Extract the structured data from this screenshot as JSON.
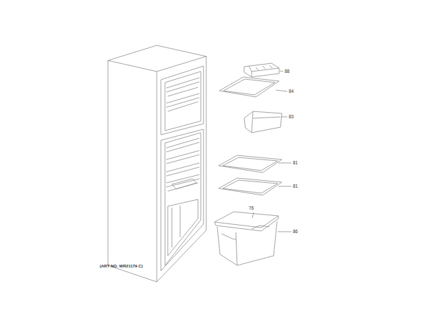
{
  "diagram": {
    "caption": "(ART NO. WR21179 C)",
    "labels": [
      "88",
      "84",
      "83",
      "81",
      "81",
      "76",
      "86"
    ]
  }
}
